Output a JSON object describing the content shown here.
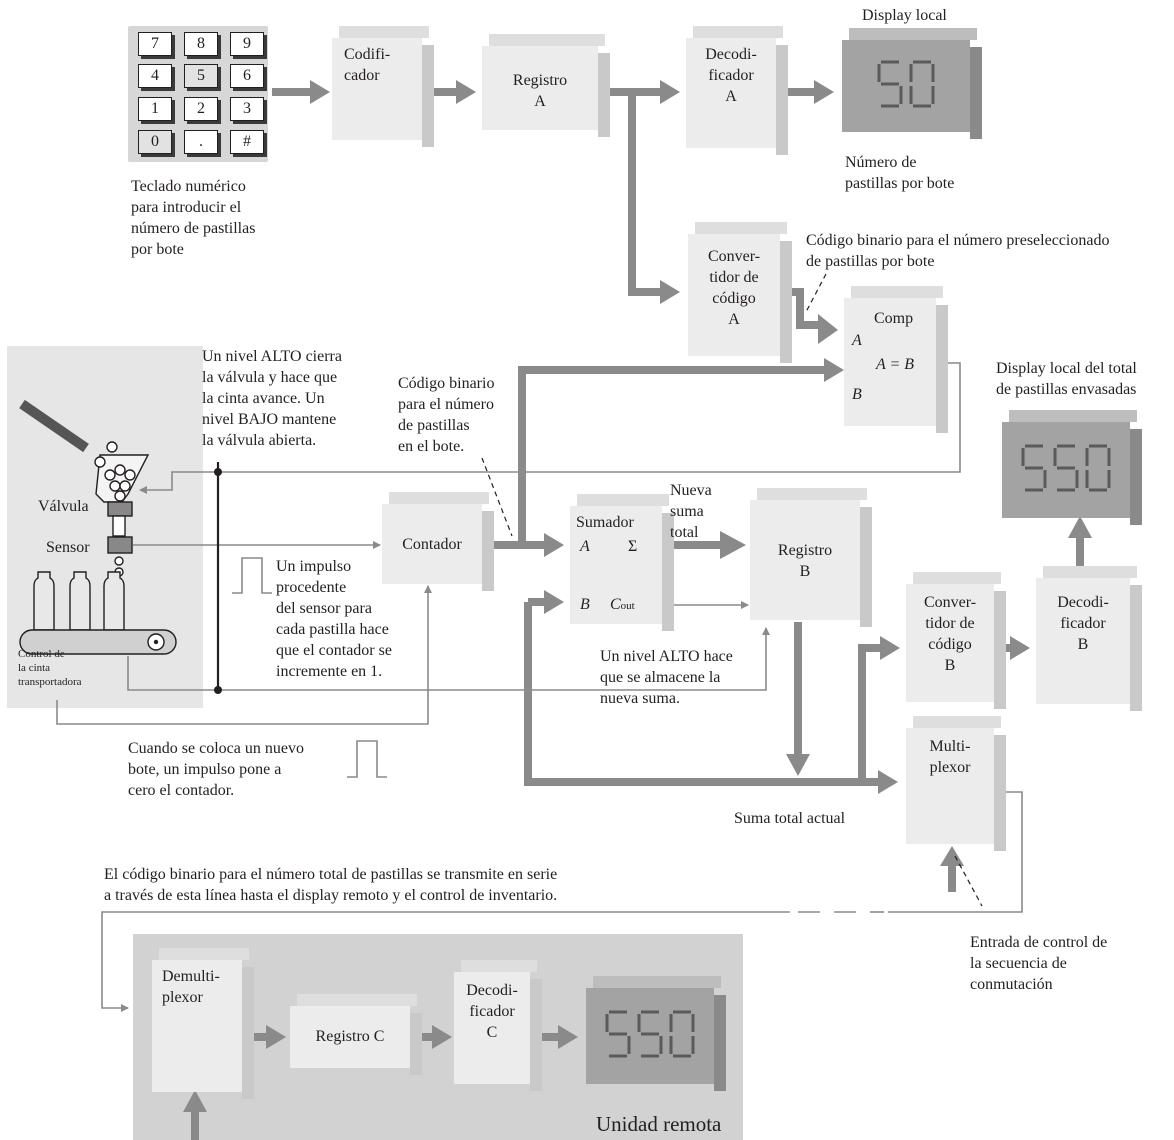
{
  "keypad": {
    "keys": [
      "7",
      "8",
      "9",
      "4",
      "5",
      "6",
      "1",
      "2",
      "3",
      "0",
      ".",
      "#"
    ],
    "caption": "Teclado numérico\npara introducir el\nnúmero de pastillas\npor bote"
  },
  "blocks": {
    "codificador": "Codifi-\ncador",
    "registro_a": "Registro\nA",
    "decodificador_a": "Decodi-\nficador\nA",
    "convertidor_a": "Conver-\ntidor de\ncódigo\nA",
    "comp": "Comp",
    "comp_a": "A",
    "comp_aeqb": "A = B",
    "comp_b": "B",
    "contador": "Contador",
    "sumador": "Sumador",
    "sum_a": "A",
    "sum_sigma": "Σ",
    "sum_b": "B",
    "sum_cout": "C",
    "sum_cout_sub": "out",
    "registro_b": "Registro\nB",
    "convertidor_b": "Conver-\ntidor de\ncódigo\nB",
    "decodificador_b": "Decodi-\nficador\nB",
    "multiplexor": "Multi-\nplexor",
    "demultiplexor": "Demulti-\nplexor",
    "registro_c": "Registro C",
    "decodificador_c": "Decodi-\nficador\nC"
  },
  "displays": {
    "local_title": "Display local",
    "local_value": "50",
    "local_caption": "Número de\npastillas por bote",
    "total_title": "Display local del total\nde pastillas envasadas",
    "total_value": "550",
    "remote_value": "550"
  },
  "labels": {
    "binary_preselect": "Código binario para el número preseleccionado\nde pastillas por bote",
    "alto_cierra": "Un nivel ALTO cierra\nla válvula y hace que\nla cinta avance. Un\nnivel BAJO mantene\nla válvula abierta.",
    "binary_bote": "Código binario\npara el número\nde pastillas\nen el bote.",
    "nueva_suma": "Nueva\nsuma\ntotal",
    "valvula": "Válvula",
    "sensor": "Sensor",
    "control_cinta": "Control de\nla cinta\ntransportadora",
    "impulso_sensor": "Un impulso\nprocedente\ndel sensor para\ncada pastilla hace\nque el contador se\nincremente en 1.",
    "alto_almacena": "Un nivel ALTO hace\nque se almacene la\nnueva suma.",
    "nuevo_bote": "Cuando se coloca un nuevo\nbote, un impulso pone a\ncero el contador.",
    "suma_actual": "Suma total actual",
    "serial_line": "El código binario para el número total de pastillas se transmite en serie\na través de esta línea hasta el display remoto y el control de inventario.",
    "entrada_control": "Entrada de control de\nla secuencia de\nconmutación",
    "unidad_remota": "Unidad remota"
  },
  "colors": {
    "arrow": "#8a8a8a",
    "block_face": "#ececec",
    "display": "#9f9f9f",
    "remote_bg": "#d2d2d2",
    "line": "#231f20"
  }
}
